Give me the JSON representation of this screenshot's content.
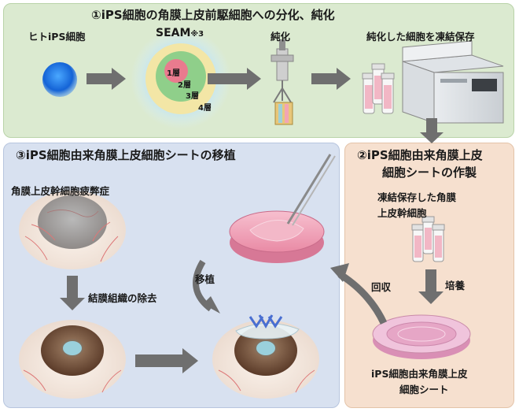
{
  "panel1": {
    "title": "①iPS細胞の角膜上皮前駆細胞への分化、純化",
    "label_ips": "ヒトiPS細胞",
    "label_seam": "SEAM",
    "label_seam_note": "※3",
    "layer1": "1層",
    "layer2": "2層",
    "layer3": "3層",
    "layer4": "4層",
    "label_purify": "純化",
    "label_freeze": "純化した細胞を凍結保存"
  },
  "panel2": {
    "title_line1": "②iPS細胞由来角膜上皮",
    "title_line2": "細胞シートの作製",
    "label_frozen_line1": "凍結保存した角膜",
    "label_frozen_line2": "上皮幹細胞",
    "label_culture": "培養",
    "label_sheet_line1": "iPS細胞由来角膜上皮",
    "label_sheet_line2": "細胞シート"
  },
  "panel3": {
    "title": "③iPS細胞由来角膜上皮細胞シートの移植",
    "label_disease": "角膜上皮幹細胞疲弊症",
    "label_removal": "結膜組織の除去",
    "label_transplant": "移植",
    "label_recover": "回収"
  },
  "colors": {
    "panel1_bg": "#dbead0",
    "panel2_bg": "#f6e0cf",
    "panel3_bg": "#d8e1f0",
    "arrow": "#6f6f6f"
  }
}
